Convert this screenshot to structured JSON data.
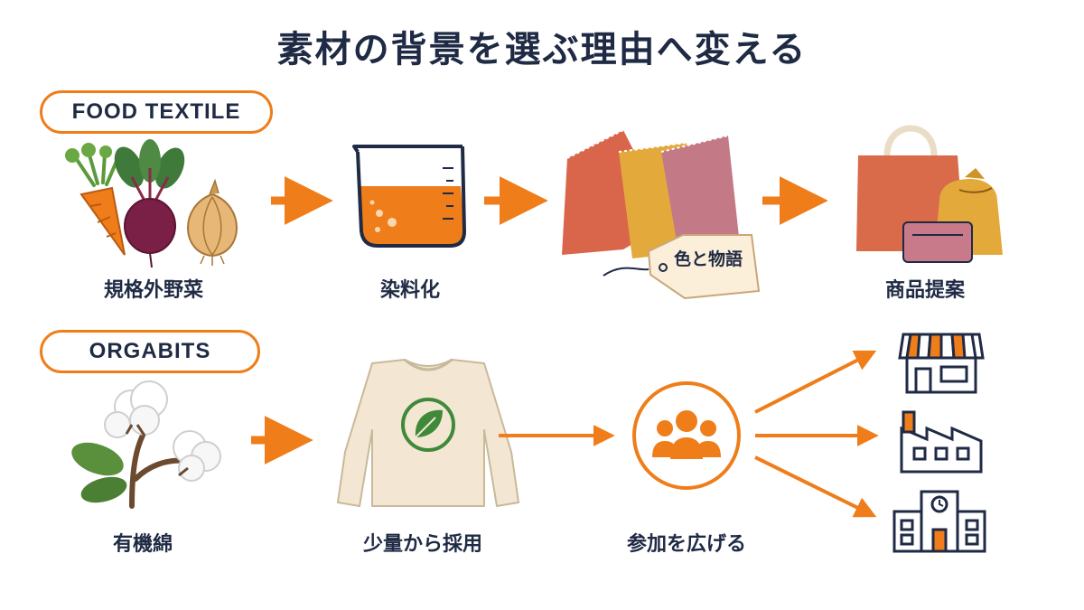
{
  "title": "素材の背景を選ぶ理由へ変える",
  "colors": {
    "accent": "#ef7d1a",
    "navy": "#1f2a44",
    "tag": "#fbefd9"
  },
  "food_textile": {
    "badge": "FOOD TEXTILE",
    "steps": [
      {
        "label": "規格外野菜",
        "icon": "vegetables-icon"
      },
      {
        "label": "染料化",
        "icon": "beaker-icon"
      },
      {
        "label": "",
        "icon": "fabric-swatches-icon",
        "tag": "色と物語"
      },
      {
        "label": "商品提案",
        "icon": "bags-icon"
      }
    ]
  },
  "orgabits": {
    "badge": "ORGABITS",
    "steps": [
      {
        "label": "有機綿",
        "icon": "cotton-plant-icon"
      },
      {
        "label": "少量から採用",
        "icon": "sweatshirt-icon"
      },
      {
        "label": "参加を広げる",
        "icon": "people-group-icon"
      }
    ],
    "destinations": [
      "shop-icon",
      "factory-icon",
      "school-icon"
    ]
  }
}
